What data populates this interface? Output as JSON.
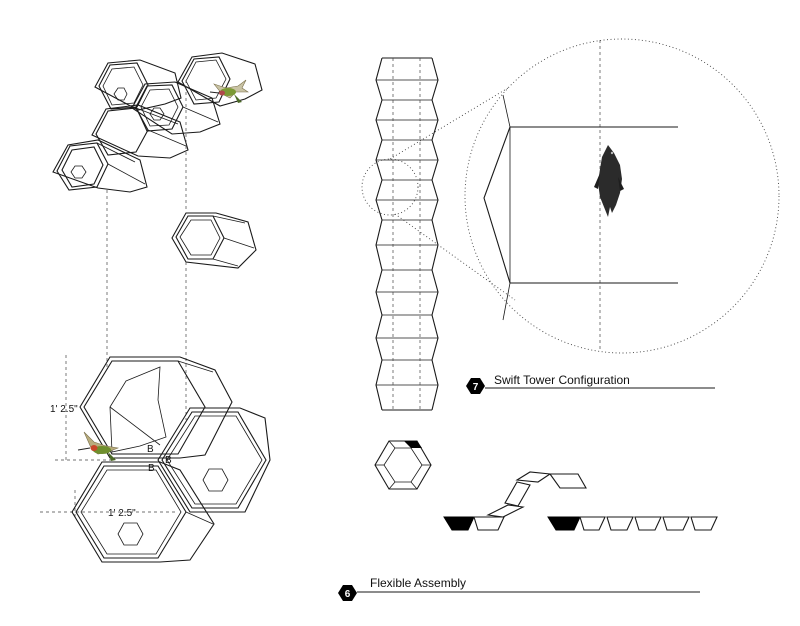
{
  "labels": {
    "swift_tower": {
      "number": "7",
      "title": "Swift Tower Configuration"
    },
    "flexible_assembly": {
      "number": "6",
      "title": "Flexible Assembly"
    }
  },
  "dimensions": {
    "height_label": "1' 2.5\"",
    "width_label": "1' 2.5\""
  },
  "joint_markers": [
    "B",
    "B",
    "B"
  ],
  "colors": {
    "line": "#1a1a1a",
    "badge": "#000000",
    "hummingbird_green": "#6f8f2e",
    "swift_dark": "#2b2b2b"
  },
  "icons": [
    "hummingbird-illustration",
    "chimney-swift-illustration"
  ]
}
